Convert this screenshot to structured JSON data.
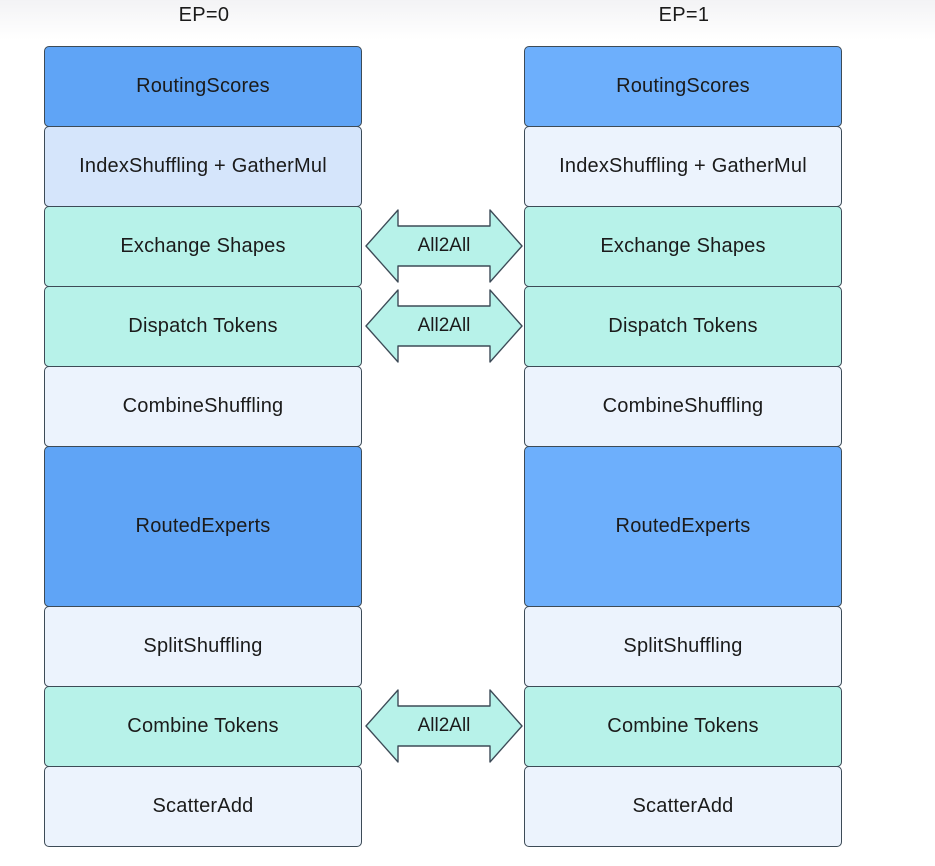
{
  "columns": [
    {
      "title": "EP=0",
      "blocks": [
        {
          "label": "RoutingScores",
          "kind": "blue"
        },
        {
          "label": "IndexShuffling + GatherMul",
          "kind": "lightblue"
        },
        {
          "label": "Exchange Shapes",
          "kind": "teal"
        },
        {
          "label": "Dispatch Tokens",
          "kind": "teal"
        },
        {
          "label": "CombineShuffling",
          "kind": "pale"
        },
        {
          "label": "RoutedExperts",
          "kind": "blue"
        },
        {
          "label": "SplitShuffling",
          "kind": "pale"
        },
        {
          "label": "Combine Tokens",
          "kind": "teal"
        },
        {
          "label": "ScatterAdd",
          "kind": "pale"
        }
      ]
    },
    {
      "title": "EP=1",
      "blocks": [
        {
          "label": "RoutingScores",
          "kind": "blue"
        },
        {
          "label": "IndexShuffling + GatherMul",
          "kind": "pale"
        },
        {
          "label": "Exchange Shapes",
          "kind": "teal"
        },
        {
          "label": "Dispatch Tokens",
          "kind": "teal"
        },
        {
          "label": "CombineShuffling",
          "kind": "pale"
        },
        {
          "label": "RoutedExperts",
          "kind": "blue"
        },
        {
          "label": "SplitShuffling",
          "kind": "pale"
        },
        {
          "label": "Combine Tokens",
          "kind": "teal"
        },
        {
          "label": "ScatterAdd",
          "kind": "pale"
        }
      ]
    }
  ],
  "arrows": [
    {
      "label": "All2All",
      "between": "Exchange Shapes"
    },
    {
      "label": "All2All",
      "between": "Dispatch Tokens"
    },
    {
      "label": "All2All",
      "between": "Combine Tokens"
    }
  ],
  "colors": {
    "blue": "#5fa4f6",
    "lightblue": "#d5e5fb",
    "teal": "#b7f2e9",
    "pale": "#ecf3fd",
    "border": "#3d4b57"
  }
}
